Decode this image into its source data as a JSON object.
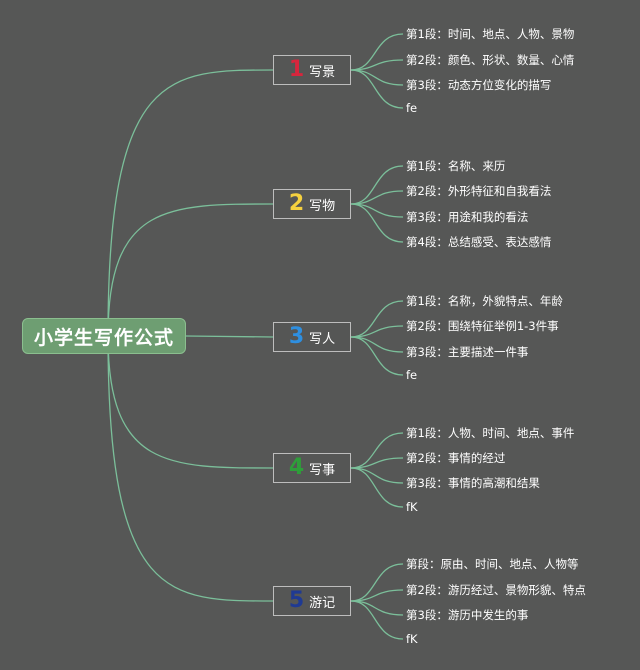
{
  "root": {
    "label": "小学生写作公式"
  },
  "colors": {
    "link": "#7bbf9a",
    "root_bg": "#6e9e72",
    "topic_border": "#bdbdbd",
    "background": "#565756"
  },
  "topics": [
    {
      "num": "1",
      "label": "写景",
      "num_color": "#d7263d",
      "leaves": [
        "第1段：时间、地点、人物、景物",
        "第2段：颜色、形状、数量、心情",
        "第3段：动态方位变化的描写",
        "fe"
      ]
    },
    {
      "num": "2",
      "label": "写物",
      "num_color": "#f4d03f",
      "leaves": [
        "第1段：名称、来历",
        "第2段：外形特征和自我看法",
        "第3段：用途和我的看法",
        "第4段：总结感受、表达感情"
      ]
    },
    {
      "num": "3",
      "label": "写人",
      "num_color": "#2e8fe0",
      "leaves": [
        "第1段：名称，外貌特点、年龄",
        "第2段：围绕特征举例1-3件事",
        "第3段：主要描述一件事",
        "fe"
      ]
    },
    {
      "num": "4",
      "label": "写事",
      "num_color": "#2e9e3a",
      "leaves": [
        "第1段：人物、时间、地点、事件",
        "第2段：事情的经过",
        "第3段：事情的高潮和结果",
        "fK"
      ]
    },
    {
      "num": "5",
      "label": "游记",
      "num_color": "#1f3a93",
      "leaves": [
        "第段：原由、时间、地点、人物等",
        "第2段：游历经过、景物形貌、特点",
        "第3段：游历中发生的事",
        "fK"
      ]
    }
  ]
}
